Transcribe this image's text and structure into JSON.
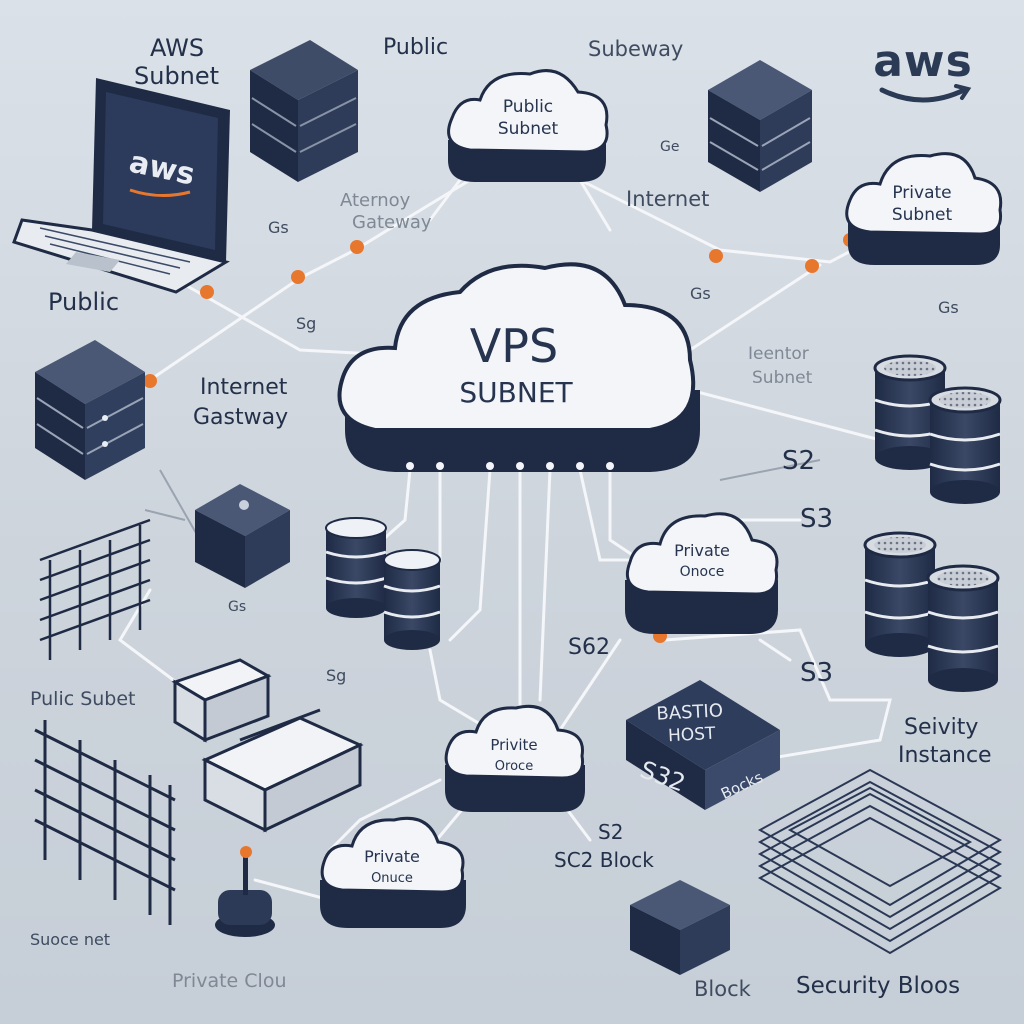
{
  "colors": {
    "navy": "#253352",
    "cloud": "#f3f5f8",
    "orange": "#e8772e",
    "line": "#f2f4f7",
    "server_light": "#4a5a78"
  },
  "logo": {
    "text": "aws"
  },
  "laptop": {
    "screen_text": "aws"
  },
  "clouds": {
    "vps": {
      "line1": "VPS",
      "line2": "SUBNET"
    },
    "public_top": {
      "line1": "Public",
      "line2": "Subnet"
    },
    "private_right": {
      "line1": "Private",
      "line2": "Subnet"
    },
    "private_center": {
      "line1": "Private",
      "line2": "Onoce"
    },
    "private_lower": {
      "line1": "Privite",
      "line2": "Oroce"
    },
    "private_bottom": {
      "line1": "Private",
      "line2": "Onuce"
    }
  },
  "bastion": {
    "line1": "BASTIO",
    "line2": "HOST",
    "tag1": "S32",
    "tag2": "Bocks"
  },
  "labels": {
    "aws_subnet_1": "AWS",
    "aws_subnet_2": "Subnet",
    "public_top": "Public",
    "subway": "Subeway",
    "public_left": "Public",
    "internet_gateway_1": "Internet",
    "internet_gateway_2": "Gastway",
    "internet_right": "Internet",
    "gateway_faint_1": "Aternoy",
    "gateway_faint_2": "Gateway",
    "subnet_faint_1": "Ieentor",
    "subnet_faint_2": "Subnet",
    "s2": "S2",
    "s3_mid": "S3",
    "s3_lower": "S3",
    "s62": "S62",
    "s2_block_1": "S2",
    "s2_block_2": "SC2 Block",
    "public_subnet_left": "Pulic Subet",
    "security_instance_1": "Seivity",
    "security_instance_2": "Instance",
    "security_blocks": "Security Bloos",
    "block": "Block",
    "subnet_bottom_left": "Suoce net",
    "private_cloud_faint": "Private Clou",
    "tiny_1": "Gs",
    "tiny_2": "Sg",
    "tiny_3": "Gs",
    "tiny_4": "Gs",
    "tiny_5": "Gs",
    "tiny_6": "Sg",
    "tiny_7": "Ge"
  }
}
